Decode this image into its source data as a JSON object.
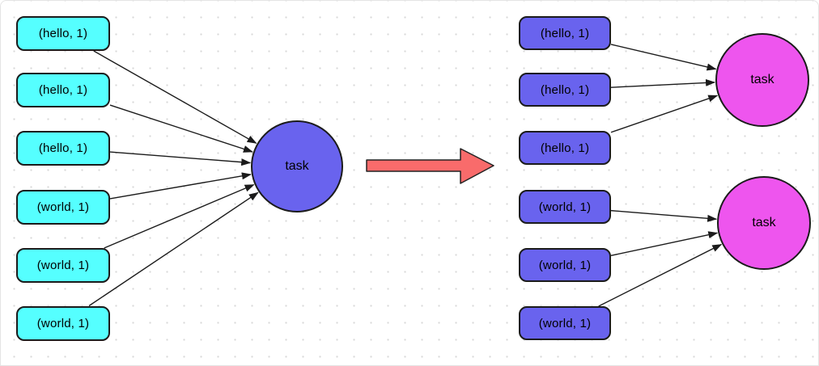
{
  "diagram": {
    "left_column": {
      "tuples": [
        "(hello, 1)",
        "(hello, 1)",
        "(hello, 1)",
        "(world, 1)",
        "(world, 1)",
        "(world, 1)"
      ],
      "task_label": "task"
    },
    "right_column": {
      "tuples": [
        "(hello, 1)",
        "(hello, 1)",
        "(hello, 1)",
        "(world, 1)",
        "(world, 1)",
        "(world, 1)"
      ],
      "task_labels": [
        "task",
        "task"
      ]
    },
    "edges": [
      {
        "from": "left-tuple-0",
        "to": "left-task"
      },
      {
        "from": "left-tuple-1",
        "to": "left-task"
      },
      {
        "from": "left-tuple-2",
        "to": "left-task"
      },
      {
        "from": "left-tuple-3",
        "to": "left-task"
      },
      {
        "from": "left-tuple-4",
        "to": "left-task"
      },
      {
        "from": "left-tuple-5",
        "to": "left-task"
      },
      {
        "from": "right-tuple-0",
        "to": "right-task-0"
      },
      {
        "from": "right-tuple-1",
        "to": "right-task-0"
      },
      {
        "from": "right-tuple-2",
        "to": "right-task-0"
      },
      {
        "from": "right-tuple-3",
        "to": "right-task-1"
      },
      {
        "from": "right-tuple-4",
        "to": "right-task-1"
      },
      {
        "from": "right-tuple-5",
        "to": "right-task-1"
      }
    ],
    "colors": {
      "cyan_tuple": "#55FFFF",
      "purple_tuple": "#6963EE",
      "left_task_fill": "#6963EE",
      "right_task_fill": "#EE55EE",
      "transform_arrow_fill": "#F96B6B",
      "edge_stroke": "#1b1b1b"
    }
  }
}
